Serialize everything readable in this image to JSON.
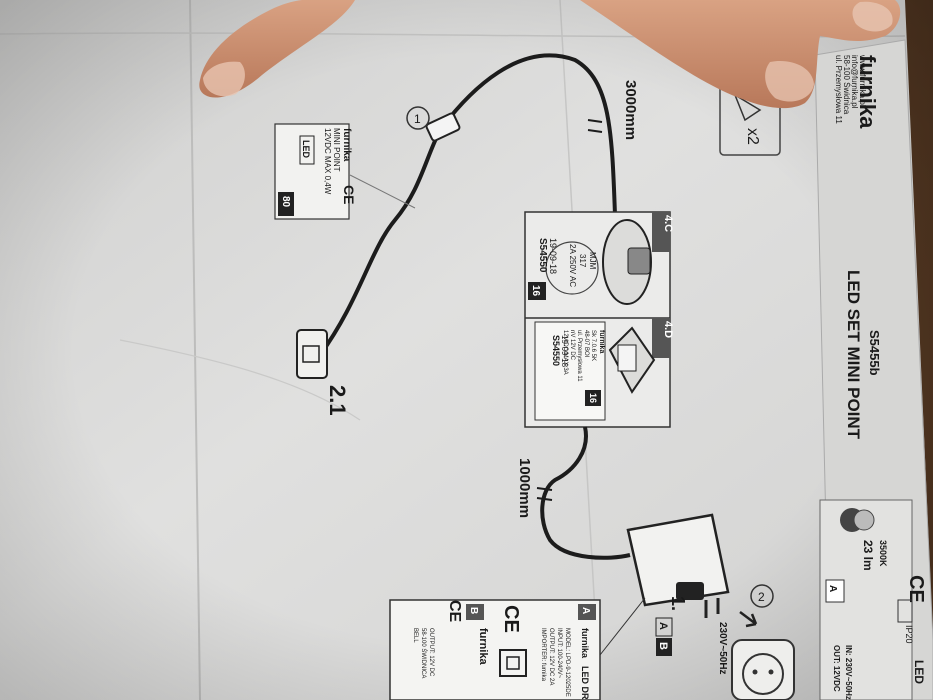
{
  "photo": {
    "brand": "furnika",
    "product_code": "S5455b",
    "product_title": "LED SET MINI POINT",
    "address_lines": [
      "ul. Przemysłowa 11",
      "58-100 Świdnica",
      "info@furnika.pl",
      "www.furnika.pl"
    ],
    "quantity": "x2",
    "spec_kelvin": "3500K",
    "spec_lumen": "23 lm",
    "spec_class": "A",
    "spec_ip": "IP20",
    "spec_led": "LED",
    "spec_in": "IN: 230V~50Hz",
    "spec_out": "OUT: 12VDC",
    "cable_long": "3000mm",
    "cable_short": "1000mm",
    "step_1": "1",
    "step_2": "2",
    "step_label_2_1": "2.1",
    "step_label_1": "1.",
    "step_box_a": "A",
    "step_box_b": "B",
    "socket_label": "230V~50Hz",
    "box_4c": "4.C",
    "box_4d": "4.D",
    "switch_4c": [
      "MJM",
      "317",
      "2A 250V AC"
    ],
    "code_4c": "S54550",
    "date_4c": "19-09-18",
    "badge_4c": "16",
    "code_4d": "S54550",
    "date_4d": "19-09-18",
    "badge_4d": "16",
    "label_4d_lines": [
      "Sk 7.0.6 5K",
      "48-07 BOI",
      "ul. Przemysłowa 11",
      "nV 12V DC",
      "12V/DC/MAX 3A"
    ],
    "mini_point_brand": "furnika",
    "mini_point_lines": [
      "MINI POINT",
      "12VDC MAX 0,4W"
    ],
    "mini_point_led": "LED",
    "mini_point_badge": "80",
    "driver_brand": "furnika",
    "driver_title": "LED DRIVER",
    "driver_box_a": "A",
    "driver_box_b": "B",
    "driver_lines": [
      "MODEL: LPD-9-12025DE",
      "INPUT: 100-240V~",
      "OUTPUT: 12V DC 2A",
      "IMPORTER: furnika"
    ],
    "driver_label_lines": [
      "OUTPUT: 12V DC",
      "58-100 ŚWIDNICA",
      "BELL"
    ]
  }
}
